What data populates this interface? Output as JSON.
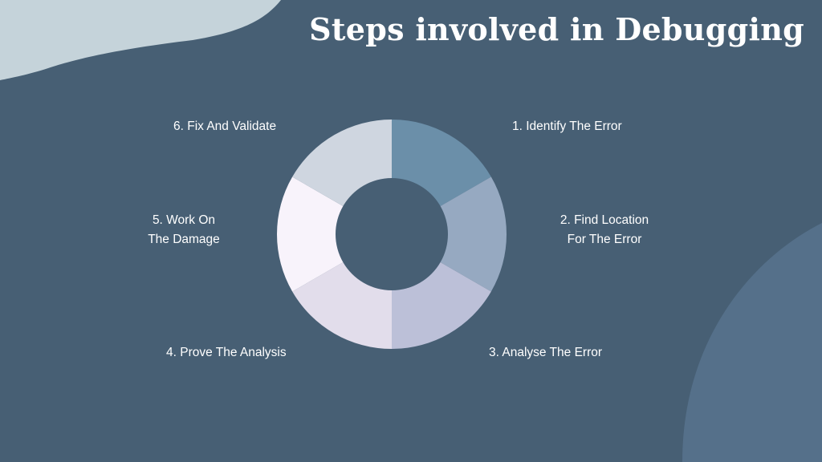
{
  "title": "Steps involved in Debugging",
  "colors": {
    "background": "#475f74",
    "title": "#ffffff",
    "corner_blob_top_left": "#c5d3da",
    "corner_blob_bottom_right": "#55708a"
  },
  "steps": [
    {
      "label": "1. Identify The Error",
      "color": "#6b8fa9"
    },
    {
      "label": "2. Find Location\nFor The Error",
      "color": "#96a9c1"
    },
    {
      "label": "3. Analyse The Error",
      "color": "#bcc0d8"
    },
    {
      "label": "4. Prove The Analysis",
      "color": "#e2ddeb"
    },
    {
      "label": "5. Work On\nThe Damage",
      "color": "#f8f3fb"
    },
    {
      "label": "6. Fix And Validate",
      "color": "#cfd6e0"
    }
  ]
}
